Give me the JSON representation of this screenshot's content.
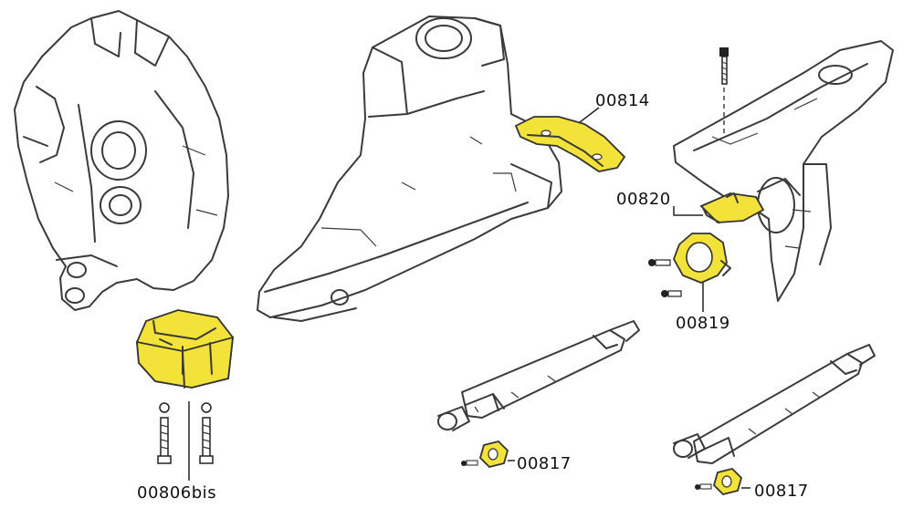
{
  "labels": {
    "anode_00806bis": "00806bis",
    "anode_00814": "00814",
    "anode_00820": "00820",
    "anode_00819": "00819",
    "anode_00817_left": "00817",
    "anode_00817_right": "00817"
  },
  "colors": {
    "anode_fill": "#f2e23a",
    "outline": "#333333",
    "background": "#ffffff"
  }
}
